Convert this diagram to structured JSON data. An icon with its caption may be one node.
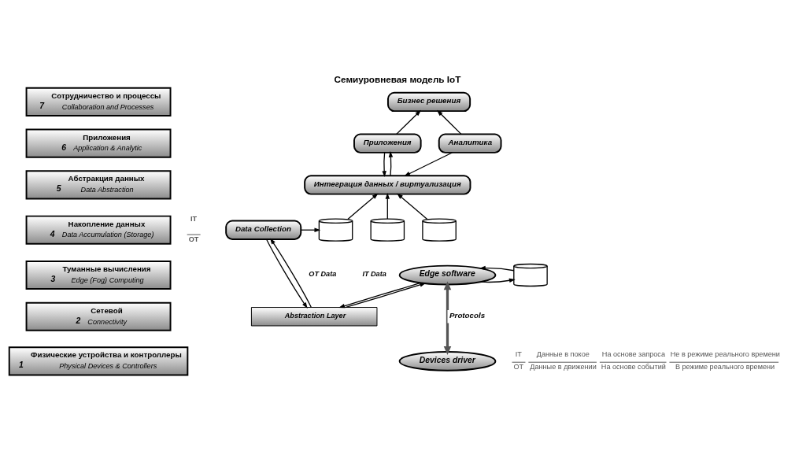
{
  "diagram": {
    "title": "Семиуровневая модель IoT",
    "nodes": [
      {
        "text": [
          "7",
          "Сотрудничество и процессы",
          "Collaboration and Processes"
        ]
      },
      {
        "text": [
          "6",
          "Приложения",
          "Application & Analytic"
        ]
      },
      {
        "text": [
          "5",
          "Абстракция данных",
          "Data Abstraction"
        ]
      },
      {
        "text": [
          "4",
          "Накопление данных",
          "Data Accumulation (Storage)"
        ]
      },
      {
        "text": [
          "3",
          "Туманные вычисления",
          "Edge (Fog) Computing"
        ]
      },
      {
        "text": [
          "2",
          "Сетевой",
          "Connectivity"
        ]
      },
      {
        "text": [
          "1",
          "Физические устройства и контроллеры",
          "Physical Devices & Controllers"
        ]
      },
      {
        "text": [
          "Бизнес решения"
        ]
      },
      {
        "text": [
          "Приложения"
        ]
      },
      {
        "text": [
          "Аналитика"
        ]
      },
      {
        "text": [
          "Интеграция данных / виртуализация"
        ]
      },
      {
        "text": [
          "Data Collection"
        ]
      },
      {
        "text": [
          "Abstraction Layer"
        ]
      },
      {
        "text": [
          "Edge software"
        ]
      },
      {
        "text": [
          "Devices driver"
        ]
      },
      {
        "text": [],
        "shape": "cylinder"
      },
      {
        "text": [],
        "shape": "cylinder"
      },
      {
        "text": [],
        "shape": "cylinder"
      },
      {
        "text": [],
        "shape": "cylinder"
      }
    ],
    "edges": [
      {
        "from": 8,
        "to": 7,
        "arrow": "to"
      },
      {
        "from": 9,
        "to": 7,
        "arrow": "to"
      },
      {
        "from": 10,
        "to": 8,
        "arrow": "to"
      },
      {
        "from": 8,
        "to": 10,
        "arrow": "to"
      },
      {
        "from": 9,
        "to": 10,
        "arrow": "to"
      },
      {
        "from": 15,
        "to": 10,
        "arrow": "to"
      },
      {
        "from": 16,
        "to": 10,
        "arrow": "to"
      },
      {
        "from": 17,
        "to": 10,
        "arrow": "to"
      },
      {
        "from": 11,
        "to": 15,
        "arrow": "to"
      },
      {
        "from": 11,
        "to": 12,
        "arrow": "to"
      },
      {
        "from": 12,
        "to": 11,
        "arrow": "to"
      },
      {
        "from": 12,
        "to": 13,
        "arrow": "to"
      },
      {
        "from": 13,
        "to": 12,
        "arrow": "to"
      },
      {
        "from": 13,
        "to": 18,
        "arrow": "to"
      },
      {
        "from": 18,
        "to": 13,
        "arrow": "to"
      },
      {
        "from": 13,
        "to": 14,
        "arrow": "both",
        "label": "Protocols",
        "style": "thick"
      }
    ],
    "labels": [
      "IT",
      "OT",
      "OT Data",
      "IT Data",
      "IT",
      "Данные в покое",
      "На основе запроса",
      "Не в режиме реального времени",
      "OT",
      "Данные в движении",
      "На основе событий",
      "В режиме реального времени"
    ]
  }
}
